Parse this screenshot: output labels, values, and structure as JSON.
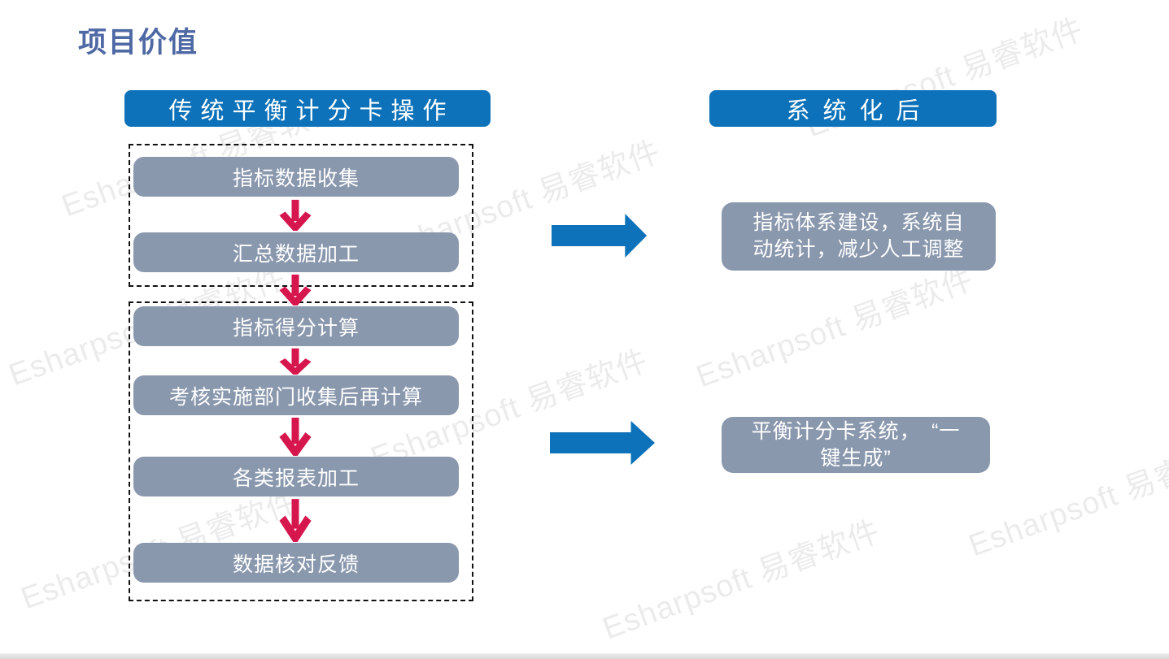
{
  "slide": {
    "title": "项目价值"
  },
  "watermark": {
    "text": "Esharpsoft 易睿软件"
  },
  "diagram": {
    "left": {
      "header": "传统平衡计分卡操作",
      "groups": [
        {
          "steps": [
            "指标数据收集",
            "汇总数据加工"
          ]
        },
        {
          "steps": [
            "指标得分计算",
            "考核实施部门收集后再计算",
            "各类报表加工",
            "数据核对反馈"
          ]
        }
      ]
    },
    "right": {
      "header": "系统化后",
      "results": [
        {
          "lines": [
            "指标体系建设，系统自",
            "动统计，减少人工调整"
          ]
        },
        {
          "lines": [
            "平衡计分卡系统，　“一",
            "键生成”"
          ]
        }
      ]
    }
  },
  "colors": {
    "header_blue": "#0d72b9",
    "box_gray": "#8a98ae",
    "arrow_red": "#d6174e",
    "arrow_blue": "#0d72b9",
    "title_text": "#4f69a5"
  }
}
